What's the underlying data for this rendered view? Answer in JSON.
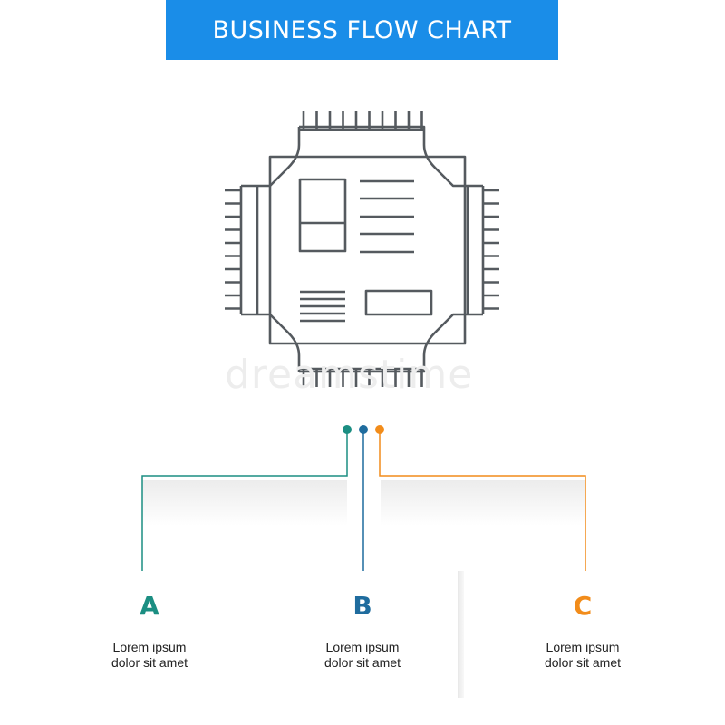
{
  "header": {
    "title": "BUSINESS FLOW CHART"
  },
  "icon": {
    "name": "processor-chip-icon"
  },
  "watermark": {
    "text": "dreamstime"
  },
  "colors": {
    "header_bg": "#1a8de8",
    "step_a": "#1b8e82",
    "step_b": "#1f6c9e",
    "step_c": "#f28c1a",
    "icon_stroke": "#555a5f"
  },
  "steps": [
    {
      "letter": "A",
      "line1": "Lorem ipsum",
      "line2": "dolor sit amet"
    },
    {
      "letter": "B",
      "line1": "Lorem ipsum",
      "line2": "dolor sit amet"
    },
    {
      "letter": "C",
      "line1": "Lorem ipsum",
      "line2": "dolor sit amet"
    }
  ]
}
